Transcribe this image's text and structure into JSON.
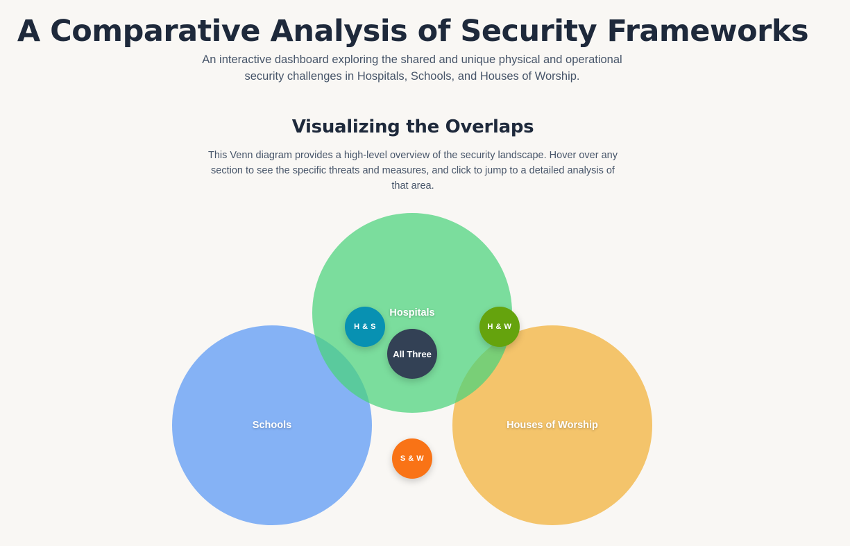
{
  "header": {
    "title": "A Comparative Analysis of Security Frameworks",
    "subtitle": "An interactive dashboard exploring the shared and unique physical and operational security challenges in Hospitals, Schools, and Houses of Worship."
  },
  "venn_section": {
    "title": "Visualizing the Overlaps",
    "description": "This Venn diagram provides a high-level overview of the security landscape. Hover over any section to see the specific threats and measures, and click to jump to a detailed analysis of that area."
  },
  "venn": {
    "sets": [
      {
        "key": "hospitals",
        "label": "Hospitals",
        "color": "#4ad27c"
      },
      {
        "key": "schools",
        "label": "Schools",
        "color": "#609cf5"
      },
      {
        "key": "worship",
        "label": "Houses of Worship",
        "color": "#f2b748"
      }
    ],
    "intersections": [
      {
        "key": "hs",
        "label": "H & S",
        "color": "#0891b2"
      },
      {
        "key": "hw",
        "label": "H & W",
        "color": "#65a30d"
      },
      {
        "key": "sw",
        "label": "S & W",
        "color": "#f97316"
      },
      {
        "key": "all",
        "label": "All Three",
        "color": "#334155"
      }
    ]
  }
}
